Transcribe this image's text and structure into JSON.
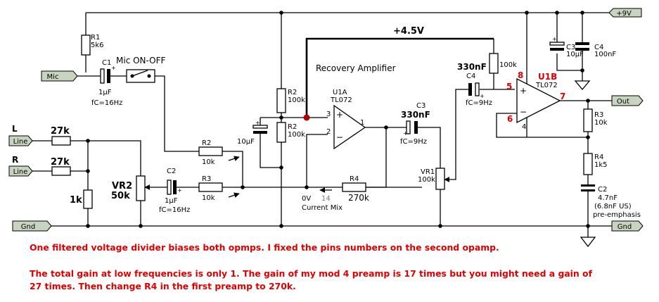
{
  "connectors": {
    "supply": "+9V",
    "mic": "Mic",
    "line_l": "Line",
    "line_r": "Line",
    "gnd_left": "Gnd",
    "out": "Out",
    "gnd_right": "Gnd"
  },
  "labels": {
    "rail_45": "+4.5V",
    "mic_switch": "Mic ON-OFF",
    "recovery_amp": "Recovery Amplifier",
    "channel_l": "L",
    "channel_r": "R",
    "zero_v": "0V",
    "current_mix": "Current Mix",
    "pre_emphasis": "pre-emphasis"
  },
  "components": {
    "r1_name": "R1",
    "r1_val": "5k6",
    "c1_name": "C1",
    "c1_val": "1µF",
    "c1_fc": "fC=16Hz",
    "r_l_val": "27k",
    "r_r_val": "27k",
    "r_div_val": "1k",
    "vr2_name": "VR2",
    "vr2_val": "50k",
    "c2_name": "C2",
    "c2_val": "1µF",
    "c2_fc": "fC=16Hz",
    "r2a_name": "R2",
    "r2a_val": "10k",
    "r3a_name": "R3",
    "r3a_val": "10k",
    "cbias_val": "10µF",
    "r2b_name": "R2",
    "r2b_val": "100k",
    "r2c_name": "R2",
    "r2c_val": "100k",
    "u1a_name": "U1A",
    "u1a_part": "TL072",
    "u1a_pin3": "3",
    "u1a_pin2": "2",
    "u1a_pin1": "1",
    "u1a_plus": "+",
    "u1a_minus": "−",
    "current_pin": "14",
    "r4a_name": "R4",
    "r4a_val": "270k",
    "c3a_name": "C3",
    "c3a_val": "330nF",
    "c3a_fc": "fC=9Hz",
    "vr1_name": "VR1",
    "vr1_val": "100k",
    "c4a_name": "C4",
    "c4a_val": "330nF",
    "c4a_fc": "fC=9Hz",
    "r_top_val": "100k",
    "u1b_name": "U1B",
    "u1b_part": "TL072",
    "u1b_pin8": "8",
    "u1b_pin5": "5",
    "u1b_pin6": "6",
    "u1b_pin7": "7",
    "u1b_pin4": "4",
    "u1b_plus": "+",
    "u1b_minus": "−",
    "c3b_name": "C3",
    "c3b_val": "10µF",
    "c4b_name": "C4",
    "c4b_val": "100nF",
    "r3b_name": "R3",
    "r3b_val": "10k",
    "r4b_name": "R4",
    "r4b_val": "1k5",
    "c2b_name": "C2",
    "c2b_val": "4.7nF",
    "c2b_us": "(6.8nF US)"
  },
  "notes": [
    "One filtered voltage divider biases both opmps. I fixed the pins numbers on the second opamp.",
    "The total gain at low frequencies is only 1. The gain of my mod 4 preamp is 17 times but you might need a gain of",
    "27 times. Then change R4 in the first preamp to 270k."
  ]
}
